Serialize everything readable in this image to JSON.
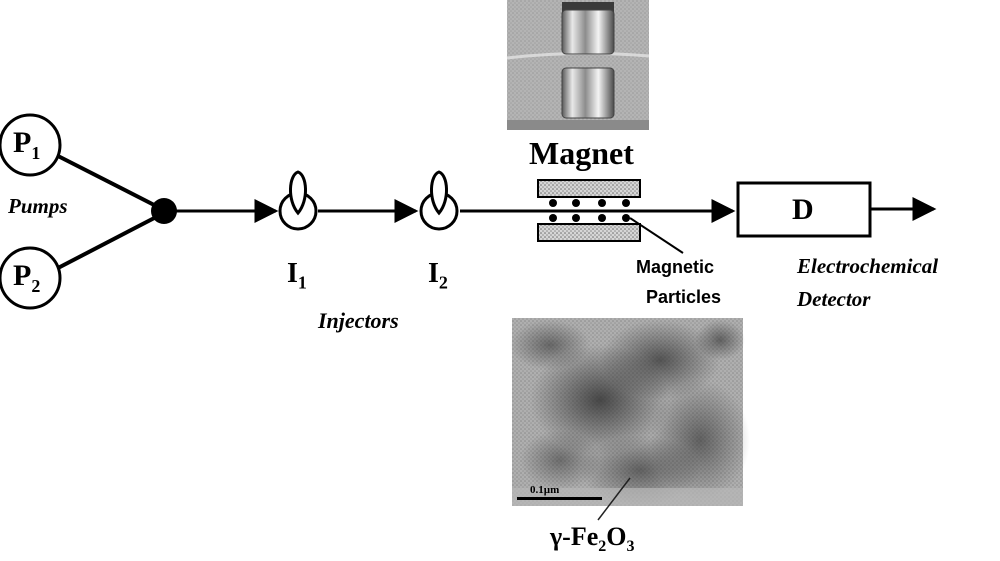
{
  "pumps": {
    "p1_letter": "P",
    "p1_sub": "1",
    "p2_letter": "P",
    "p2_sub": "2",
    "label": "Pumps"
  },
  "injectors": {
    "i1_letter": "I",
    "i1_sub": "1",
    "i2_letter": "I",
    "i2_sub": "2",
    "label": "Injectors"
  },
  "magnet": {
    "label": "Magnet",
    "particles_line1": "Magnetic",
    "particles_line2": "Particles"
  },
  "detector": {
    "letter": "D",
    "line1": "Electrochemical",
    "line2": "Detector"
  },
  "tem": {
    "scale_bar": "0.1µm",
    "caption_gamma": "γ",
    "caption_fe": "-Fe",
    "caption_fe_sub": "2",
    "caption_o": "O",
    "caption_o_sub": "3"
  },
  "colors": {
    "line": "#000000",
    "magnet_photo_bg": "#a8a8a8",
    "tem_bg": "#8c8c8c"
  }
}
